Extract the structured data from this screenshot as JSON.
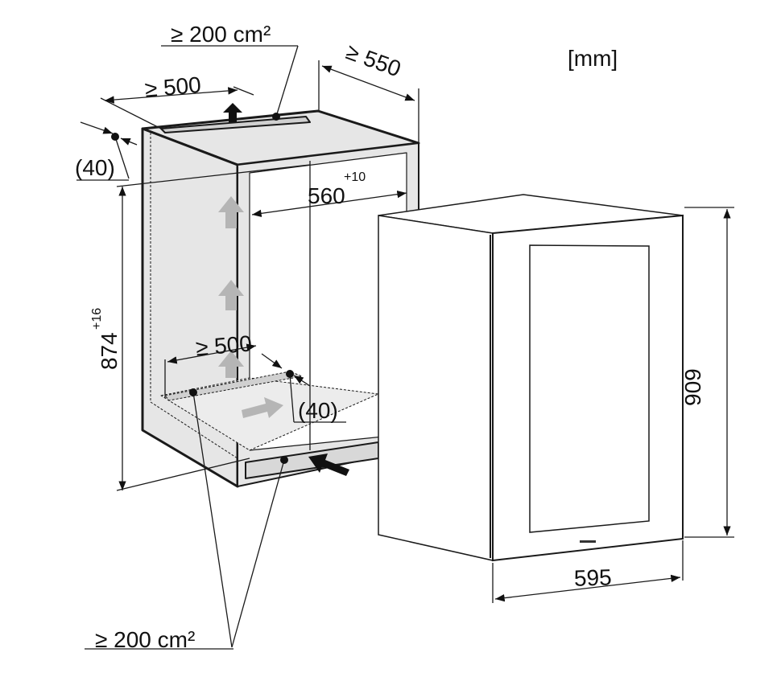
{
  "unit_label": "[mm]",
  "labels": {
    "top_vent_area": "≥ 200 cm²",
    "depth_min": "≥ 550",
    "top_width_min": "≥ 500",
    "top_gap": "(40)",
    "niche_width": "560",
    "niche_width_tolerance": "+10",
    "bottom_width_min": "≥ 500",
    "bottom_gap": "(40)",
    "niche_height": "874",
    "niche_height_tolerance": "+16",
    "appliance_height": "909",
    "appliance_width": "595",
    "bottom_vent_area": "≥ 200 cm²"
  },
  "colors": {
    "panel": "#e6e6e6",
    "airflow_arrow": "#b5b5b5",
    "line": "#1a1a1a"
  }
}
